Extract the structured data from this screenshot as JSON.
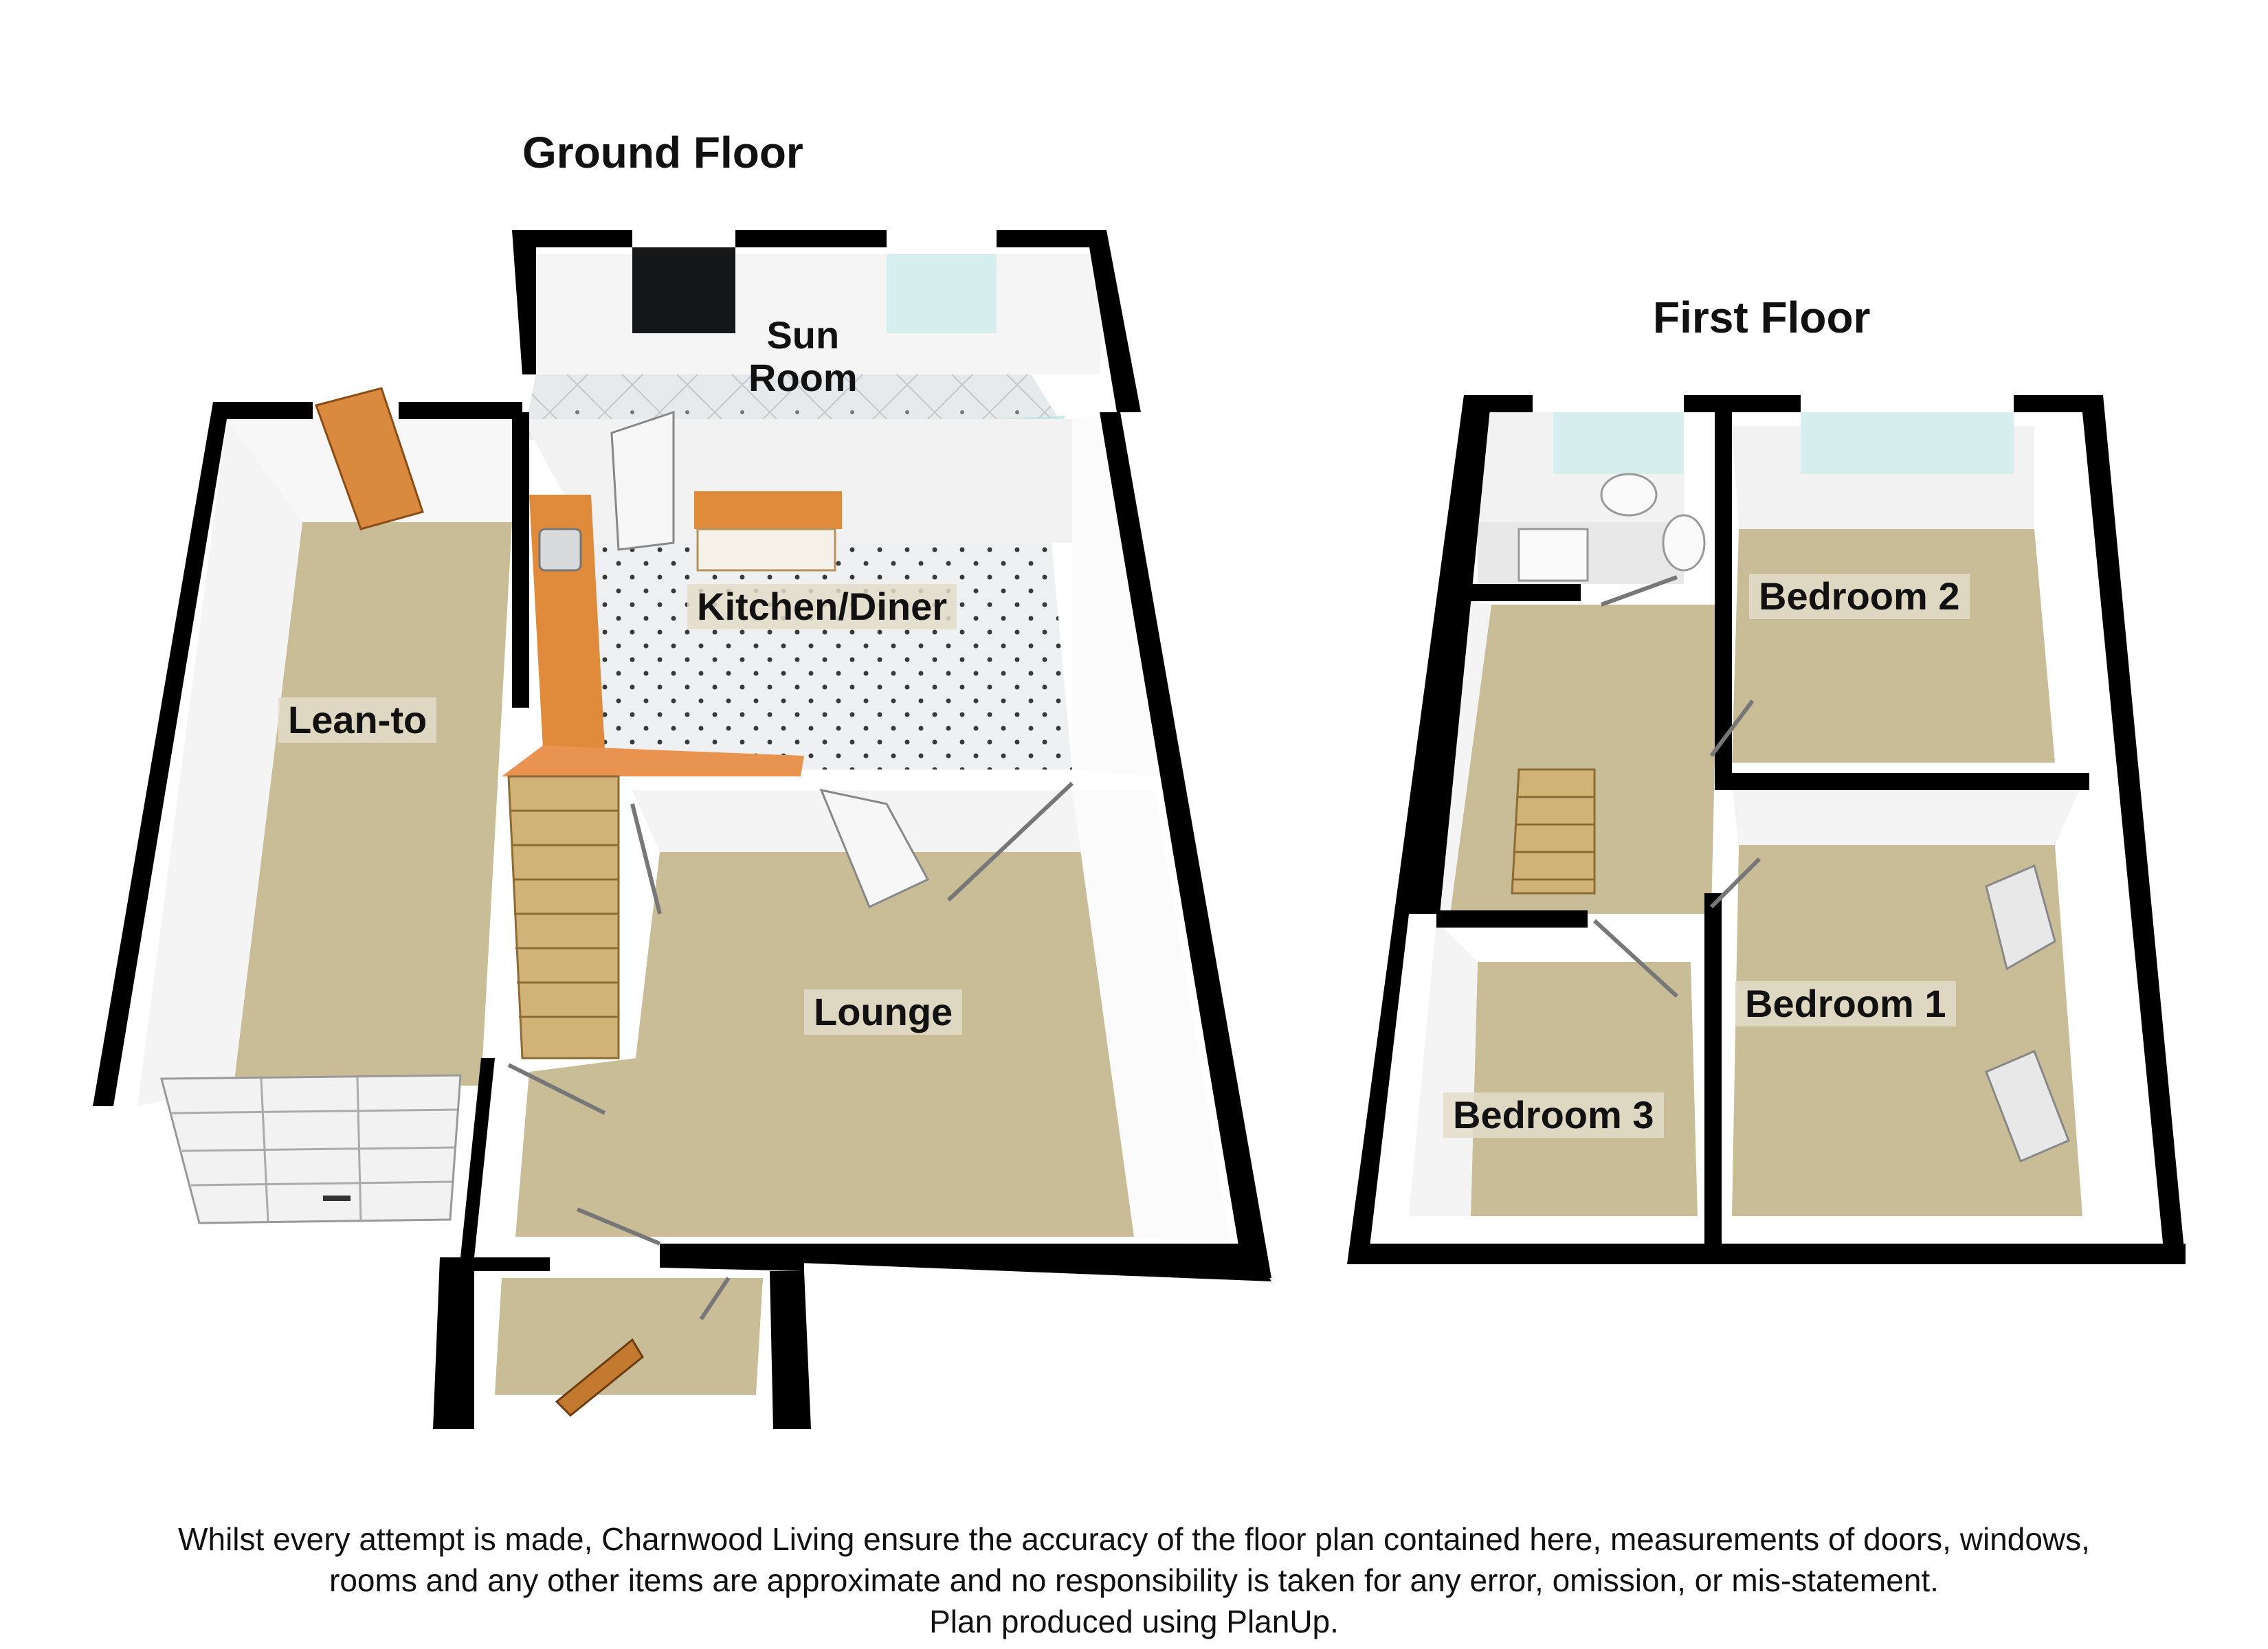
{
  "ground_floor": {
    "title": "Ground Floor",
    "rooms": {
      "sun_room_line1": "Sun",
      "sun_room_line2": "Room",
      "kitchen_diner": "Kitchen/Diner",
      "lean_to": "Lean-to",
      "lounge": "Lounge"
    }
  },
  "first_floor": {
    "title": "First Floor",
    "rooms": {
      "bedroom_1": "Bedroom 1",
      "bedroom_2": "Bedroom 2",
      "bedroom_3": "Bedroom 3"
    }
  },
  "disclaimer": {
    "line1": "Whilst every attempt is made, Charnwood Living ensure the accuracy of the floor plan contained here, measurements of doors, windows,",
    "line2": "rooms and any other items are approximate and no responsibility is taken for any error, omission, or mis-statement.",
    "line3": "Plan produced using PlanUp."
  },
  "colors": {
    "wall": "#000000",
    "carpet": "#c9bd98",
    "tile_floor": "#e9ecef",
    "worktop": "#e08a3c",
    "glass": "#cfeeee",
    "inner_wall": "#f2f2f2"
  }
}
